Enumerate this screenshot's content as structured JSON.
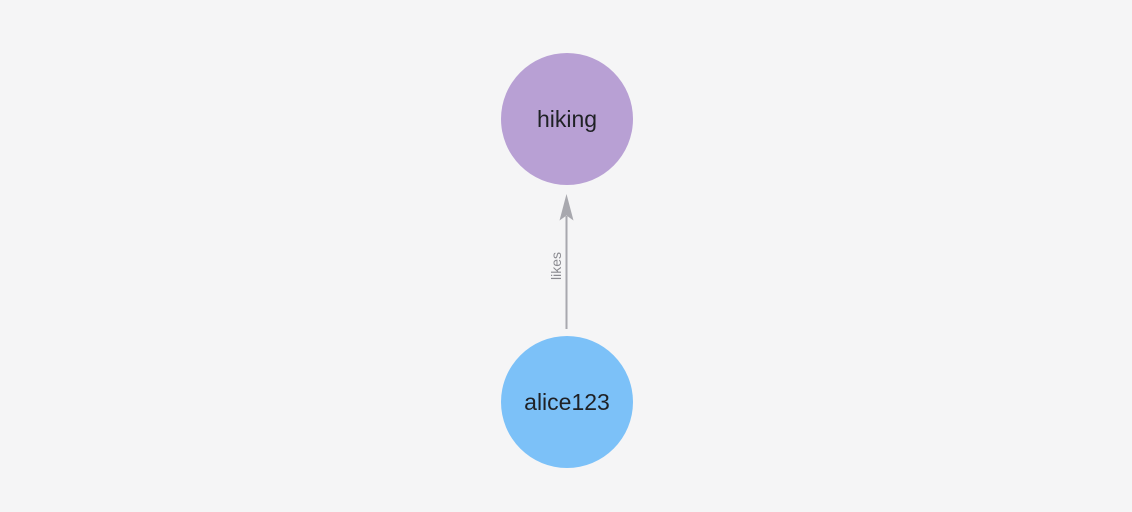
{
  "graph": {
    "background": "#f5f5f6",
    "nodes": [
      {
        "label": "hiking",
        "color": "#b8a0d4",
        "label_color": "#1f2125"
      },
      {
        "label": "alice123",
        "color": "#7cc1f8",
        "label_color": "#1f2125"
      }
    ],
    "edges": [
      {
        "label": "likes",
        "source": "alice123",
        "target": "hiking",
        "color": "#a8a8ae",
        "label_color": "#8b8b91"
      }
    ]
  }
}
